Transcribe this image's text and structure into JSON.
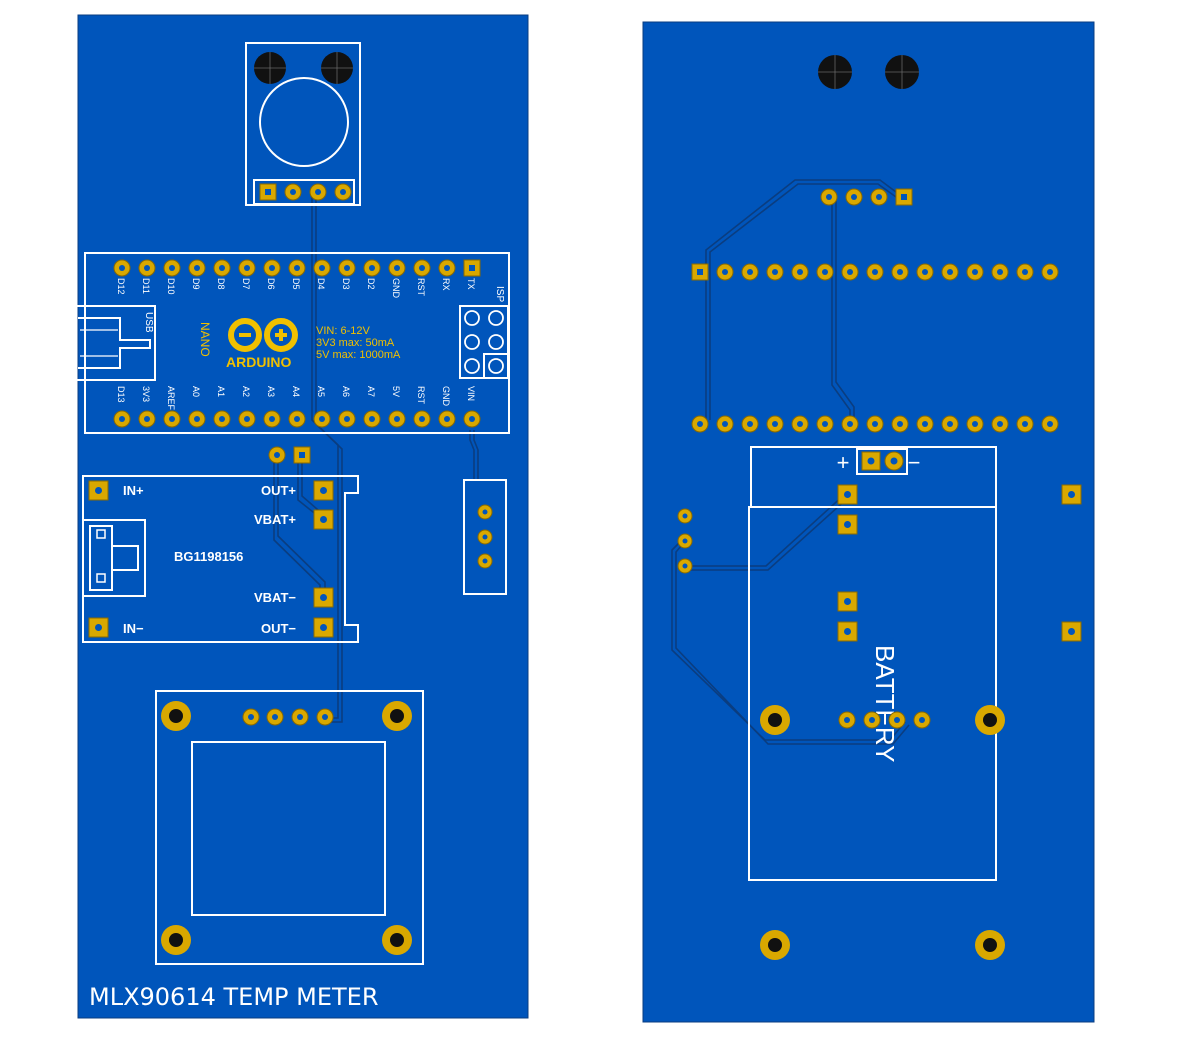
{
  "colors": {
    "board": "#0055bb",
    "silk": "#ffffff",
    "pad": "#d9a800",
    "pad_border": "#8a6a00",
    "hole": "#111111",
    "label_gold": "#f0c000",
    "trace": "#0a3d80"
  },
  "front": {
    "title": "MLX90614 TEMP METER",
    "nano": {
      "top_pins": [
        "D12",
        "D11",
        "D10",
        "D9",
        "D8",
        "D7",
        "D6",
        "D5",
        "D4",
        "D3",
        "D2",
        "GND",
        "RST",
        "RX",
        "TX"
      ],
      "bottom_pins": [
        "D13",
        "3V3",
        "AREF",
        "A0",
        "A1",
        "A2",
        "A3",
        "A4",
        "A5",
        "A6",
        "A7",
        "5V",
        "RST",
        "GND",
        "VIN"
      ],
      "usb_label": "USB",
      "isp_label": "ISP",
      "model": "NANO",
      "brand": "ARDUINO",
      "spec_vin": "VIN: 6-12V",
      "spec_3v3": "3V3 max: 50mA",
      "spec_5v": "5V max: 1000mA"
    },
    "charger": {
      "in_plus": "IN+",
      "in_minus": "IN−",
      "out_plus": "OUT+",
      "out_minus": "OUT−",
      "vbat_plus": "VBAT+",
      "vbat_minus": "VBAT−",
      "part": "BG1198156"
    }
  },
  "back": {
    "battery_label": "BATTERY",
    "plus": "+",
    "minus": "−"
  }
}
